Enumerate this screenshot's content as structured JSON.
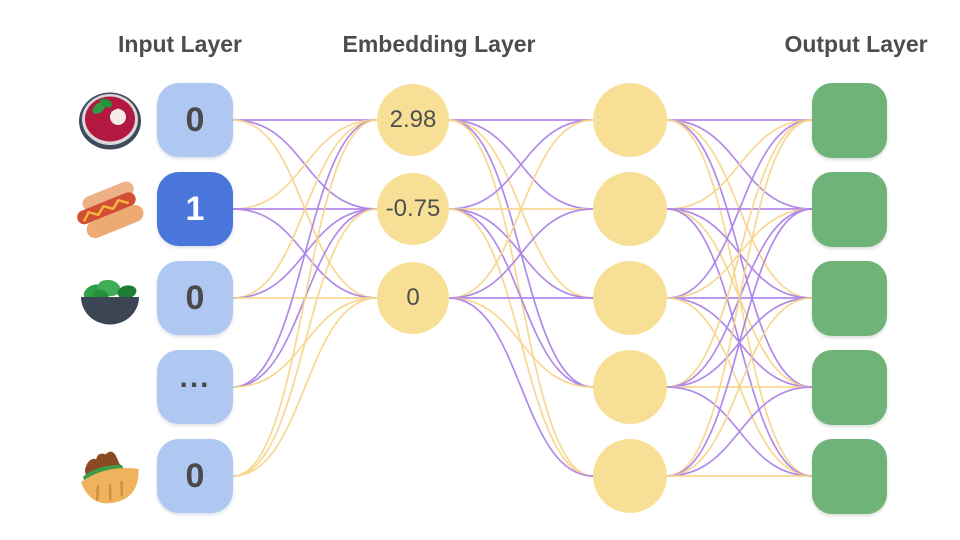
{
  "titles": {
    "input": "Input Layer",
    "embedding": "Embedding Layer",
    "output": "Output Layer"
  },
  "colors": {
    "edge_purple": "#ad84e8",
    "edge_yellow": "#f8d58c",
    "node_yellow": "#f7e096",
    "node_green": "#70b378",
    "input_inactive": "#afc8f1",
    "input_active": "#4a76dc",
    "value_text": "#4a4a4a",
    "embed_text": "#4f4f4f",
    "active_text": "#ffffff",
    "title_text": "#4d4d4d"
  },
  "input_layer": {
    "nodes": [
      {
        "icon": "soup-icon",
        "value": "0",
        "active": false
      },
      {
        "icon": "hotdog-icon",
        "value": "1",
        "active": true
      },
      {
        "icon": "salad-icon",
        "value": "0",
        "active": false
      },
      {
        "icon": null,
        "value": "...",
        "active": false
      },
      {
        "icon": "pita-icon",
        "value": "0",
        "active": false
      }
    ]
  },
  "embedding_layer": {
    "nodes": [
      {
        "value": "2.98"
      },
      {
        "value": "-0.75"
      },
      {
        "value": "0"
      }
    ]
  },
  "hidden_layer": {
    "node_count": 5
  },
  "output_layer": {
    "node_count": 5
  },
  "edges": {
    "input_to_embedding": [
      [
        "P",
        "P",
        "Y"
      ],
      [
        "Y",
        "P",
        "P"
      ],
      [
        "Y",
        "P",
        "Y"
      ],
      [
        "P",
        "P",
        "Y"
      ],
      [
        "Y",
        "Y",
        "Y"
      ]
    ],
    "embedding_to_hidden": [
      [
        "P",
        "P",
        "Y",
        "P",
        "Y"
      ],
      [
        "P",
        "Y",
        "P",
        "P",
        "Y"
      ],
      [
        "Y",
        "P",
        "P",
        "Y",
        "P"
      ]
    ],
    "hidden_to_output": [
      [
        "P",
        "P",
        "Y",
        "P",
        "Y"
      ],
      [
        "Y",
        "P",
        "P",
        "Y",
        "P"
      ],
      [
        "P",
        "Y",
        "P",
        "P",
        "Y"
      ],
      [
        "Y",
        "P",
        "P",
        "Y",
        "P"
      ],
      [
        "Y",
        "P",
        "Y",
        "P",
        "Y"
      ]
    ]
  }
}
